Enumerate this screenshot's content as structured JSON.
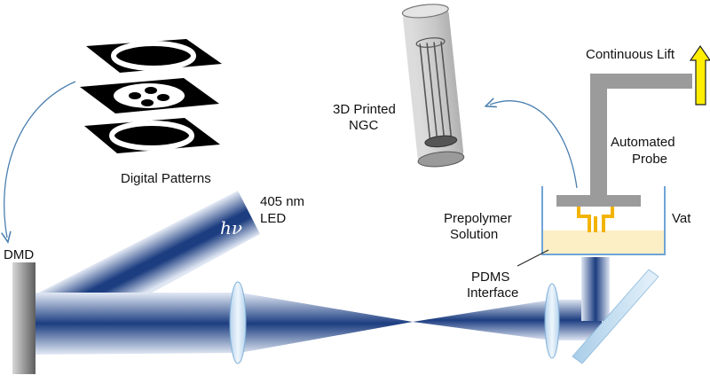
{
  "labels": {
    "digital_patterns": "Digital Patterns",
    "led_line1": "405 nm",
    "led_line2": "LED",
    "hv": "hν",
    "dmd": "DMD",
    "ngc_line1": "3D Printed",
    "ngc_line2": "NGC",
    "lift": "Continuous Lift",
    "probe_line1": "Automated",
    "probe_line2": "Probe",
    "prepolymer_line1": "Prepolymer",
    "prepolymer_line2": "Solution",
    "vat": "Vat",
    "pdms_line1": "PDMS",
    "pdms_line2": "Interface"
  },
  "colors": {
    "beam_core": "#1c3d80",
    "beam_edge": "#dfe6f3",
    "dmd": "#8c8c8c",
    "probe": "#9b9b9b",
    "lift_arrow": "#ffee00",
    "electrode": "#f2b400",
    "solution": "#fcefc6",
    "lens": "#cfe3f3"
  }
}
